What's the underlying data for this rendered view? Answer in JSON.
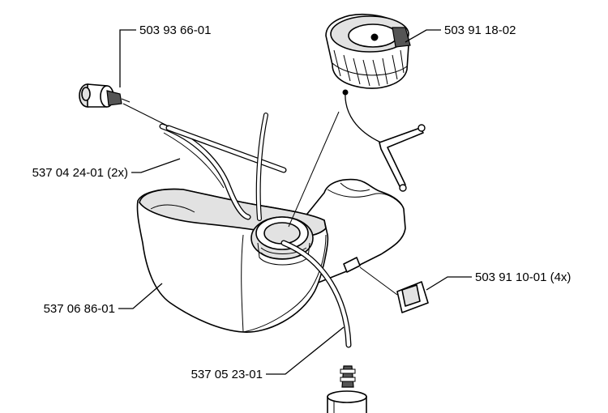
{
  "parts": [
    {
      "id": "primer-bulb",
      "label": "503 93 66-01"
    },
    {
      "id": "fuel-cap",
      "label": "503 91 18-02"
    },
    {
      "id": "fuel-hose",
      "label": "537 04 24-01 (2x)"
    },
    {
      "id": "fuel-tank",
      "label": "537 06 86-01"
    },
    {
      "id": "rubber-mount",
      "label": "503 91 10-01 (4x)"
    },
    {
      "id": "fuel-line",
      "label": "537 05 23-01"
    }
  ]
}
